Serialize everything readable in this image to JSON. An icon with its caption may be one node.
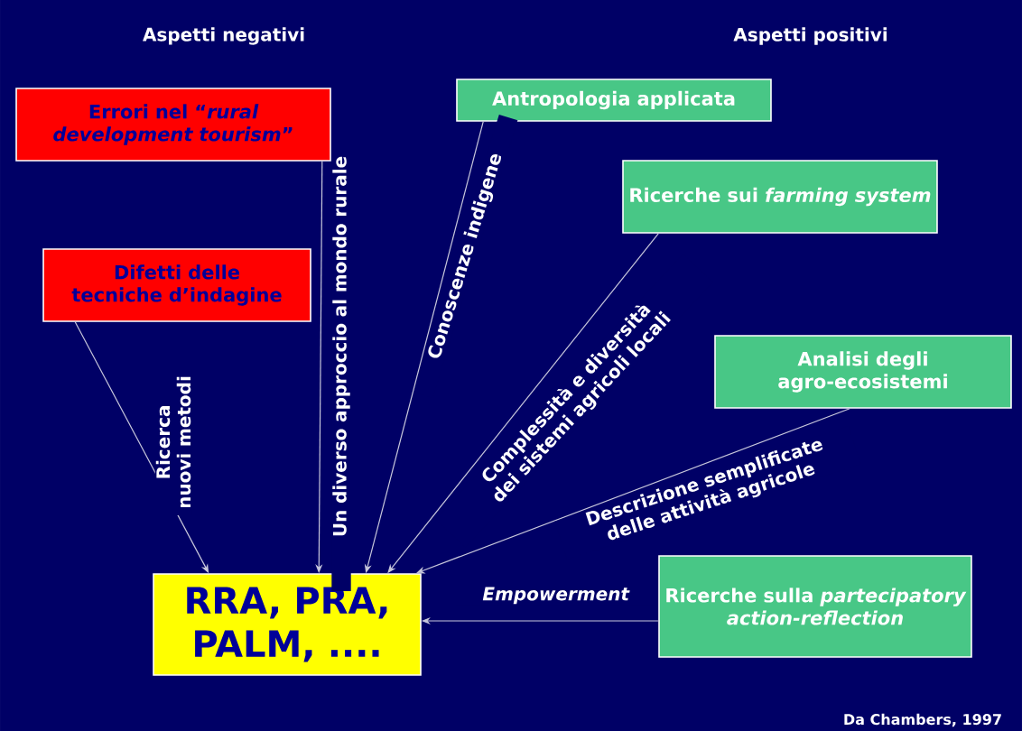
{
  "diagram": {
    "nodes": [
      {
        "text": [
          "Errori nel “*rural development tourism*”"
        ]
      },
      {
        "text": [
          "Antropologia applicata"
        ]
      },
      {
        "text": [
          "Ricerche sui *farming system*"
        ]
      },
      {
        "text": [
          "Difetti delle tecniche d’indagine"
        ]
      },
      {
        "text": [
          "Analisi degli agro-ecosistemi"
        ]
      },
      {
        "text": [
          "Ricerche sulla *partecipatory action-reflection*"
        ]
      },
      {
        "text": [
          "RRA, PRA, PALM, ...."
        ]
      }
    ],
    "edges": [
      {
        "from": 3,
        "to": 6,
        "arrow": "to",
        "label": "Ricerca nuovi metodi"
      },
      {
        "from": 0,
        "to": 6,
        "arrow": "to",
        "label": "Un diverso approccio al mondo rurale"
      },
      {
        "from": 1,
        "to": 6,
        "arrow": "to",
        "label": "Conoscenze indigene"
      },
      {
        "from": 2,
        "to": 6,
        "arrow": "to",
        "label": "Complessità e diversità dei sistemi agricoli locali"
      },
      {
        "from": 4,
        "to": 6,
        "arrow": "to",
        "label": "Descrizione semplificate delle attività agricole"
      },
      {
        "from": 5,
        "to": 6,
        "arrow": "to",
        "label": "*Empowerment*"
      }
    ],
    "labels": [
      "Aspetti negativi",
      "Aspetti positivi",
      "Da Chambers, 1997"
    ]
  }
}
